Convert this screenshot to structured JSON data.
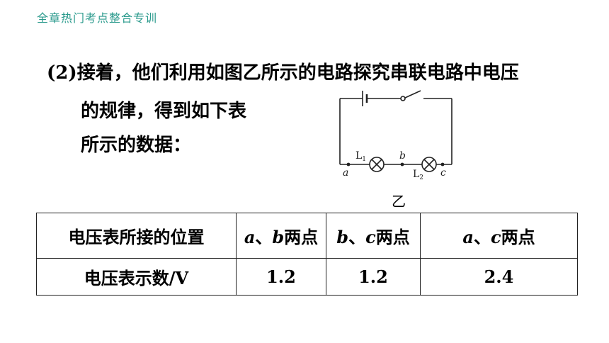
{
  "header": {
    "text": "全章热门考点整合专训"
  },
  "question": {
    "line1": "(2)接着，他们利用如图乙所示的电路探究串联电路中电压",
    "line2": "的规律，得到如下表",
    "line3": "所示的数据："
  },
  "figure": {
    "label": "乙",
    "point_a": "a",
    "point_b": "b",
    "point_c": "c",
    "lamp1": "L",
    "lamp1_sub": "1",
    "lamp2": "L",
    "lamp2_sub": "2"
  },
  "table": {
    "header": {
      "label": "电压表所接的位置",
      "col1_a": "a",
      "col1_sep": "、",
      "col1_b": "b",
      "col1_suffix": "两点",
      "col2_a": "b",
      "col2_sep": "、",
      "col2_b": "c",
      "col2_suffix": "两点",
      "col3_a": "a",
      "col3_sep": "、",
      "col3_b": "c",
      "col3_suffix": "两点"
    },
    "row": {
      "label": "电压表示数/V",
      "values": [
        "1.2",
        "1.2",
        "2.4"
      ]
    }
  }
}
